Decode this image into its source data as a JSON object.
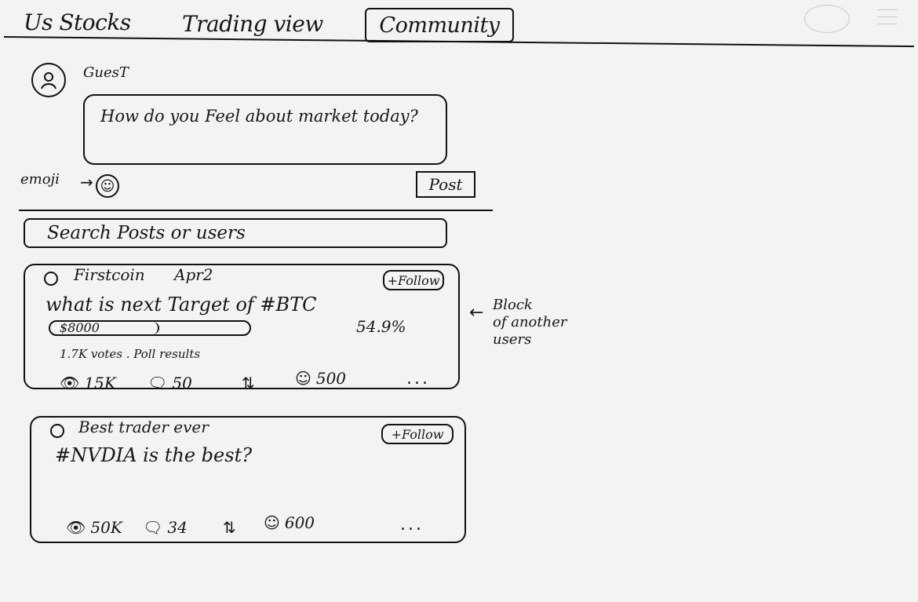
{
  "nav": {
    "tabs": [
      {
        "label": "Us Stocks"
      },
      {
        "label": "Trading view"
      },
      {
        "label": "Community"
      }
    ],
    "active_tab": "Community"
  },
  "composer": {
    "user_name": "GuesT",
    "placeholder": "How do you Feel about market today?",
    "emoji_label": "emoji",
    "emoji_arrow": "→",
    "post_label": "Post"
  },
  "search": {
    "placeholder": "Search Posts or users"
  },
  "posts": [
    {
      "author": "Firstcoin",
      "date": "Apr2",
      "follow_label": "+Follow",
      "body": "what is next Target of #BTC",
      "poll": {
        "option": "$8000",
        "percent_text": "54.9%",
        "percent": 54.9,
        "meta": "1.7K votes . Poll results"
      },
      "stats": {
        "views": "15K",
        "comments": "50",
        "likes": "500",
        "more": "..."
      }
    },
    {
      "author": "Best trader ever",
      "follow_label": "+Follow",
      "body": "#NVDIA is the best?",
      "stats": {
        "views": "50K",
        "comments": "34",
        "likes": "600",
        "more": "..."
      }
    }
  ],
  "annotation": {
    "lines": [
      "Block",
      "of another",
      "users"
    ]
  },
  "icons": [
    "user-icon",
    "smiley-icon",
    "eye-icon",
    "comment-icon",
    "repost-icon",
    "like-smiley-icon",
    "arrow-left-icon"
  ]
}
